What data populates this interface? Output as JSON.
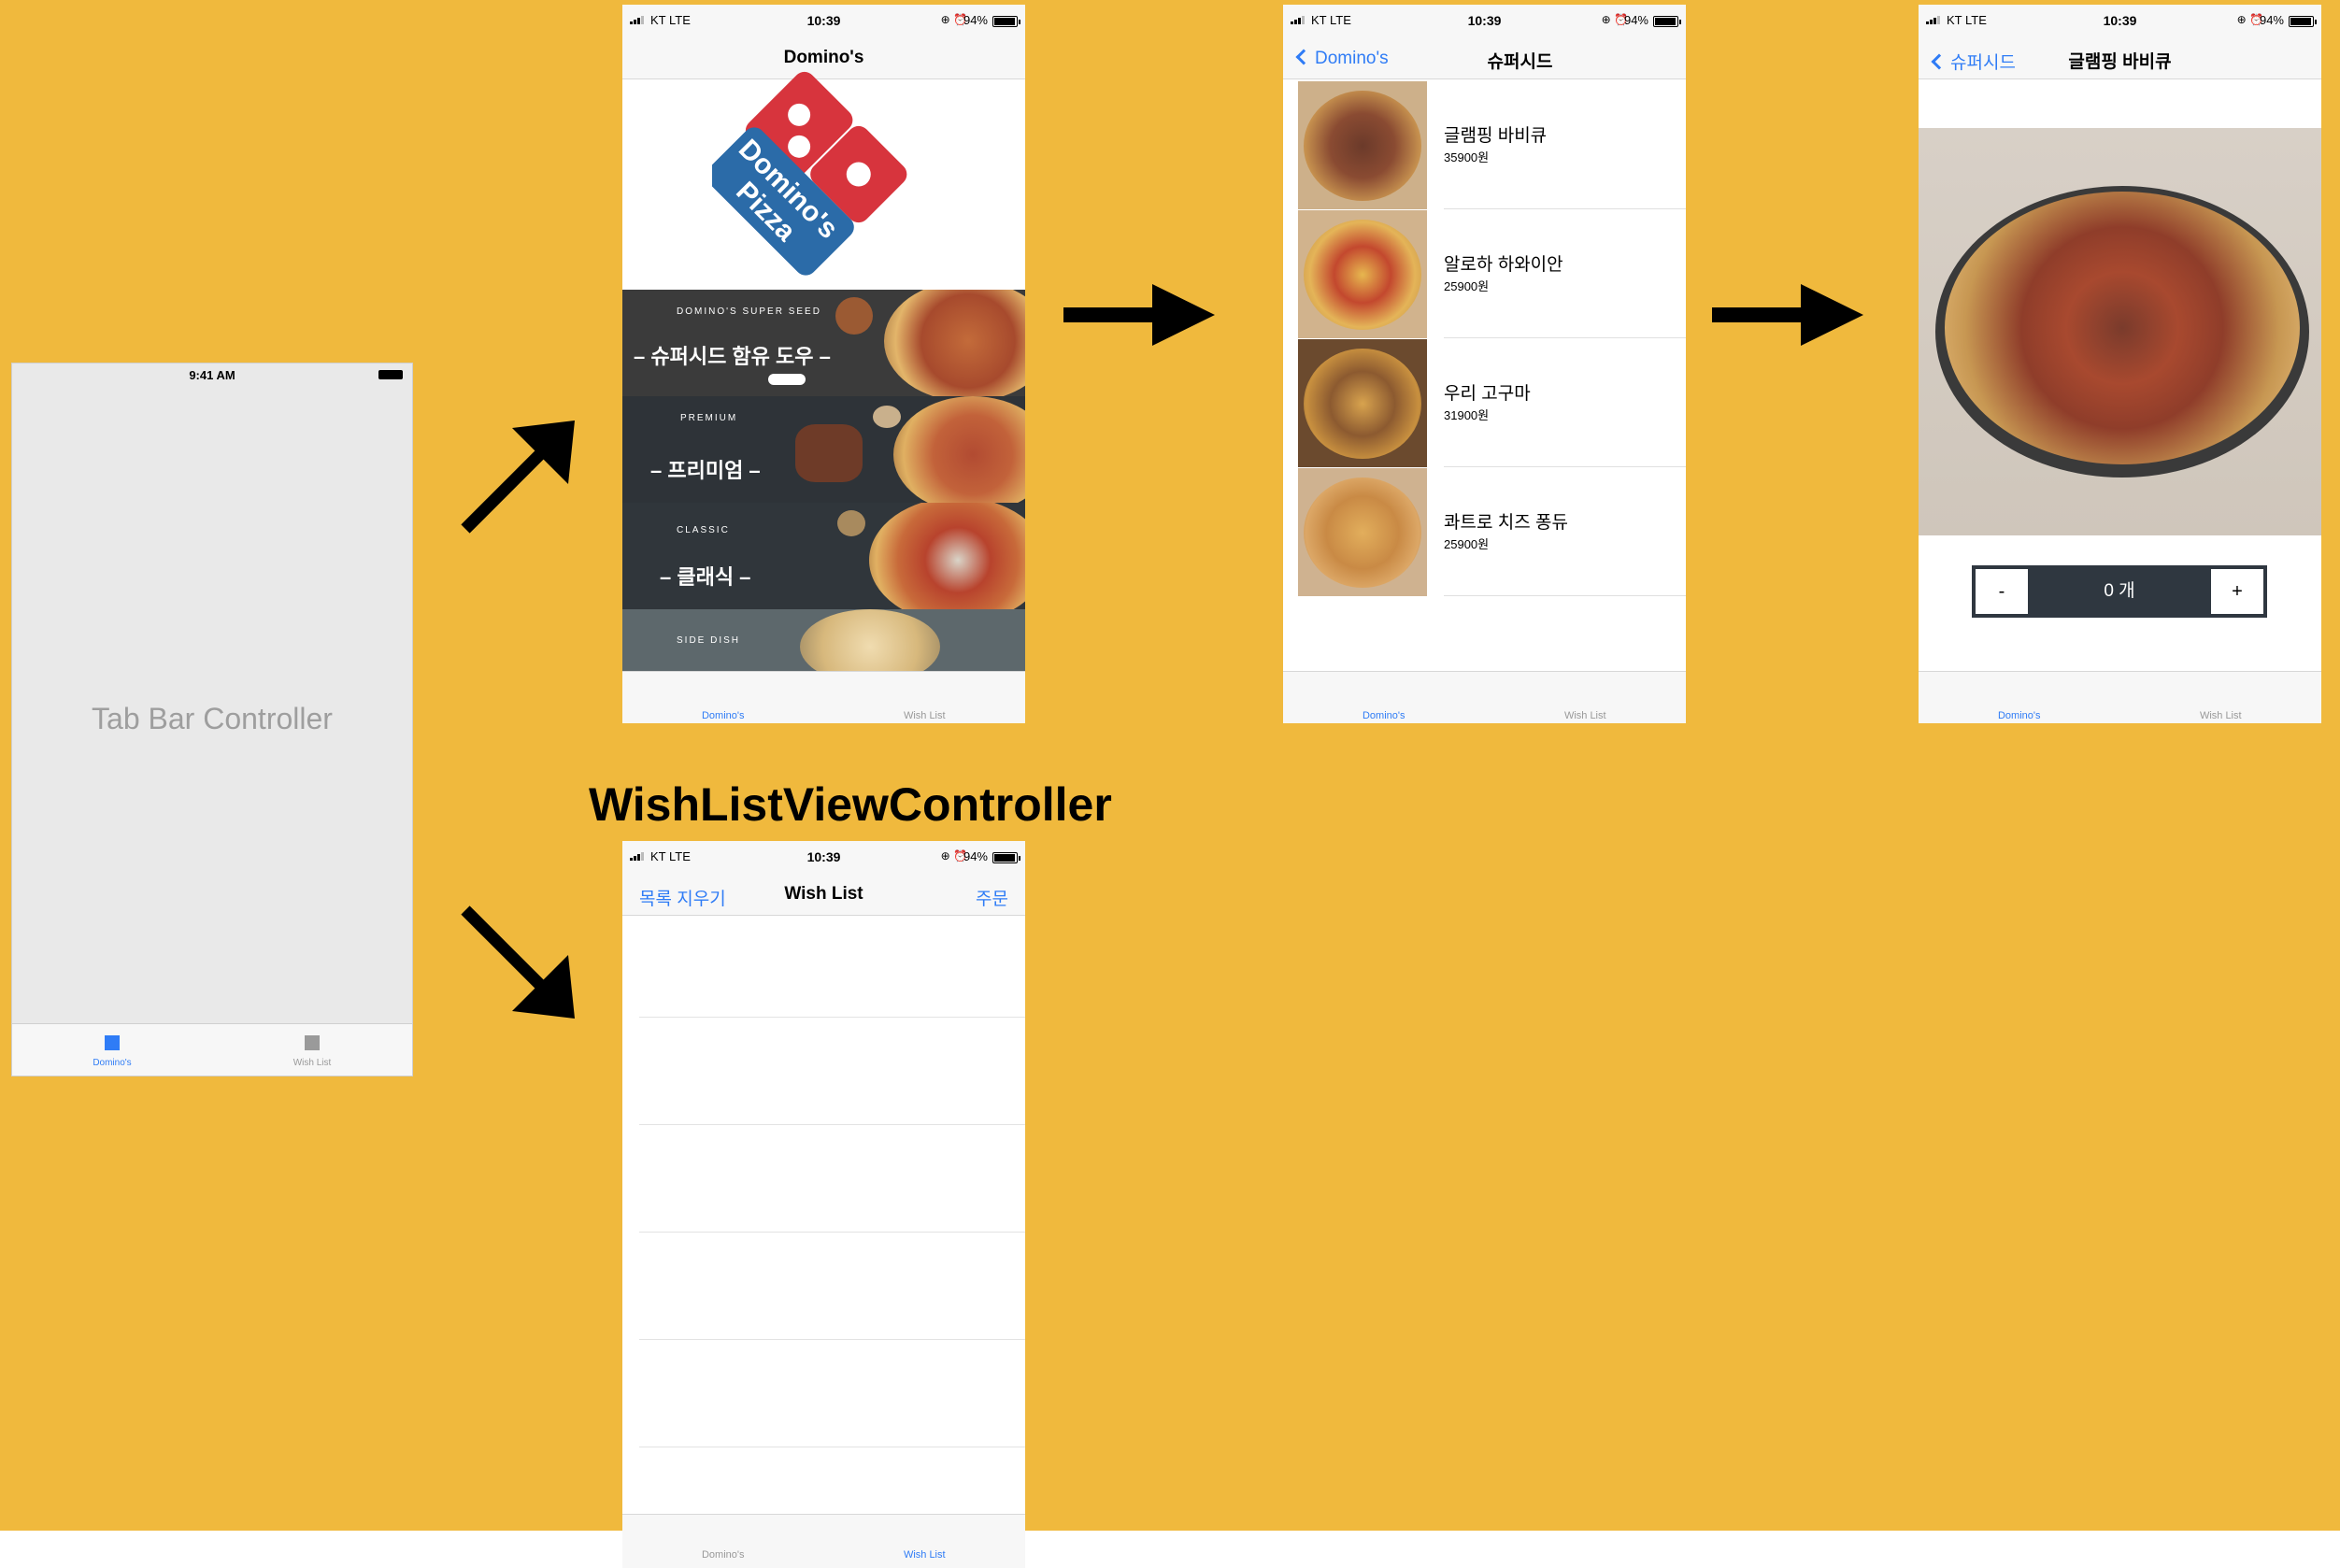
{
  "tab_bar_controller": {
    "status_time": "9:41 AM",
    "placeholder": "Tab Bar Controller",
    "tabs": [
      "Domino's",
      "Wish List"
    ]
  },
  "status": {
    "carrier": "KT  LTE",
    "time": "10:39",
    "icons": "⊕ ⏰",
    "battery": "94%"
  },
  "main_screen": {
    "nav_title": "Domino's",
    "logo_text": "Domino's Pizza",
    "banners": [
      {
        "label": "– 슈퍼시드 함유 도우 –",
        "small": "DOMINO'S SUPER SEED"
      },
      {
        "label": "– 프리미엄 –",
        "small": "PREMIUM"
      },
      {
        "label": "– 클래식 –",
        "small": "CLASSIC"
      },
      {
        "label": "",
        "small": "SIDE DISH"
      }
    ],
    "tabs": [
      "Domino's",
      "Wish List"
    ]
  },
  "list_screen": {
    "back_label": "Domino's",
    "nav_title": "슈퍼시드",
    "items": [
      {
        "name": "글램핑 바비큐",
        "price": "35900원"
      },
      {
        "name": "알로하 하와이안",
        "price": "25900원"
      },
      {
        "name": "우리 고구마",
        "price": "31900원"
      },
      {
        "name": "콰트로 치즈 퐁듀",
        "price": "25900원"
      }
    ],
    "tabs": [
      "Domino's",
      "Wish List"
    ]
  },
  "detail_screen": {
    "back_label": "슈퍼시드",
    "nav_title": "글램핑 바비큐",
    "minus": "-",
    "count": "0 개",
    "plus": "+",
    "tabs": [
      "Domino's",
      "Wish List"
    ]
  },
  "wishlist_caption": "WishListViewController",
  "wishlist_screen": {
    "left_button": "목록 지우기",
    "nav_title": "Wish List",
    "right_button": "주문",
    "tabs": [
      "Domino's",
      "Wish List"
    ]
  },
  "colors": {
    "background": "#f0b93d",
    "ios_blue": "#2f7cf6",
    "domino_red": "#d7343d",
    "domino_blue": "#2b6ba8"
  }
}
